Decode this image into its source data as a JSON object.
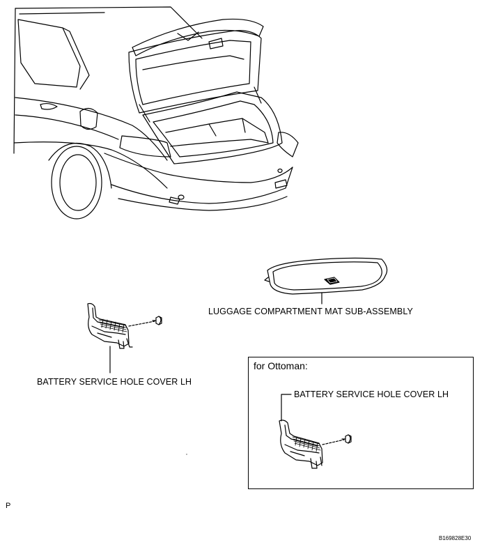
{
  "labels": {
    "luggage_mat": "LUGGAGE COMPARTMENT MAT SUB-ASSEMBLY",
    "battery_cover": "BATTERY SERVICE HOLE COVER LH",
    "inset_battery_cover": "BATTERY SERVICE HOLE COVER LH"
  },
  "inset": {
    "title": "for Ottoman:"
  },
  "corner_letter": "P",
  "figure_id": "B169828E30"
}
